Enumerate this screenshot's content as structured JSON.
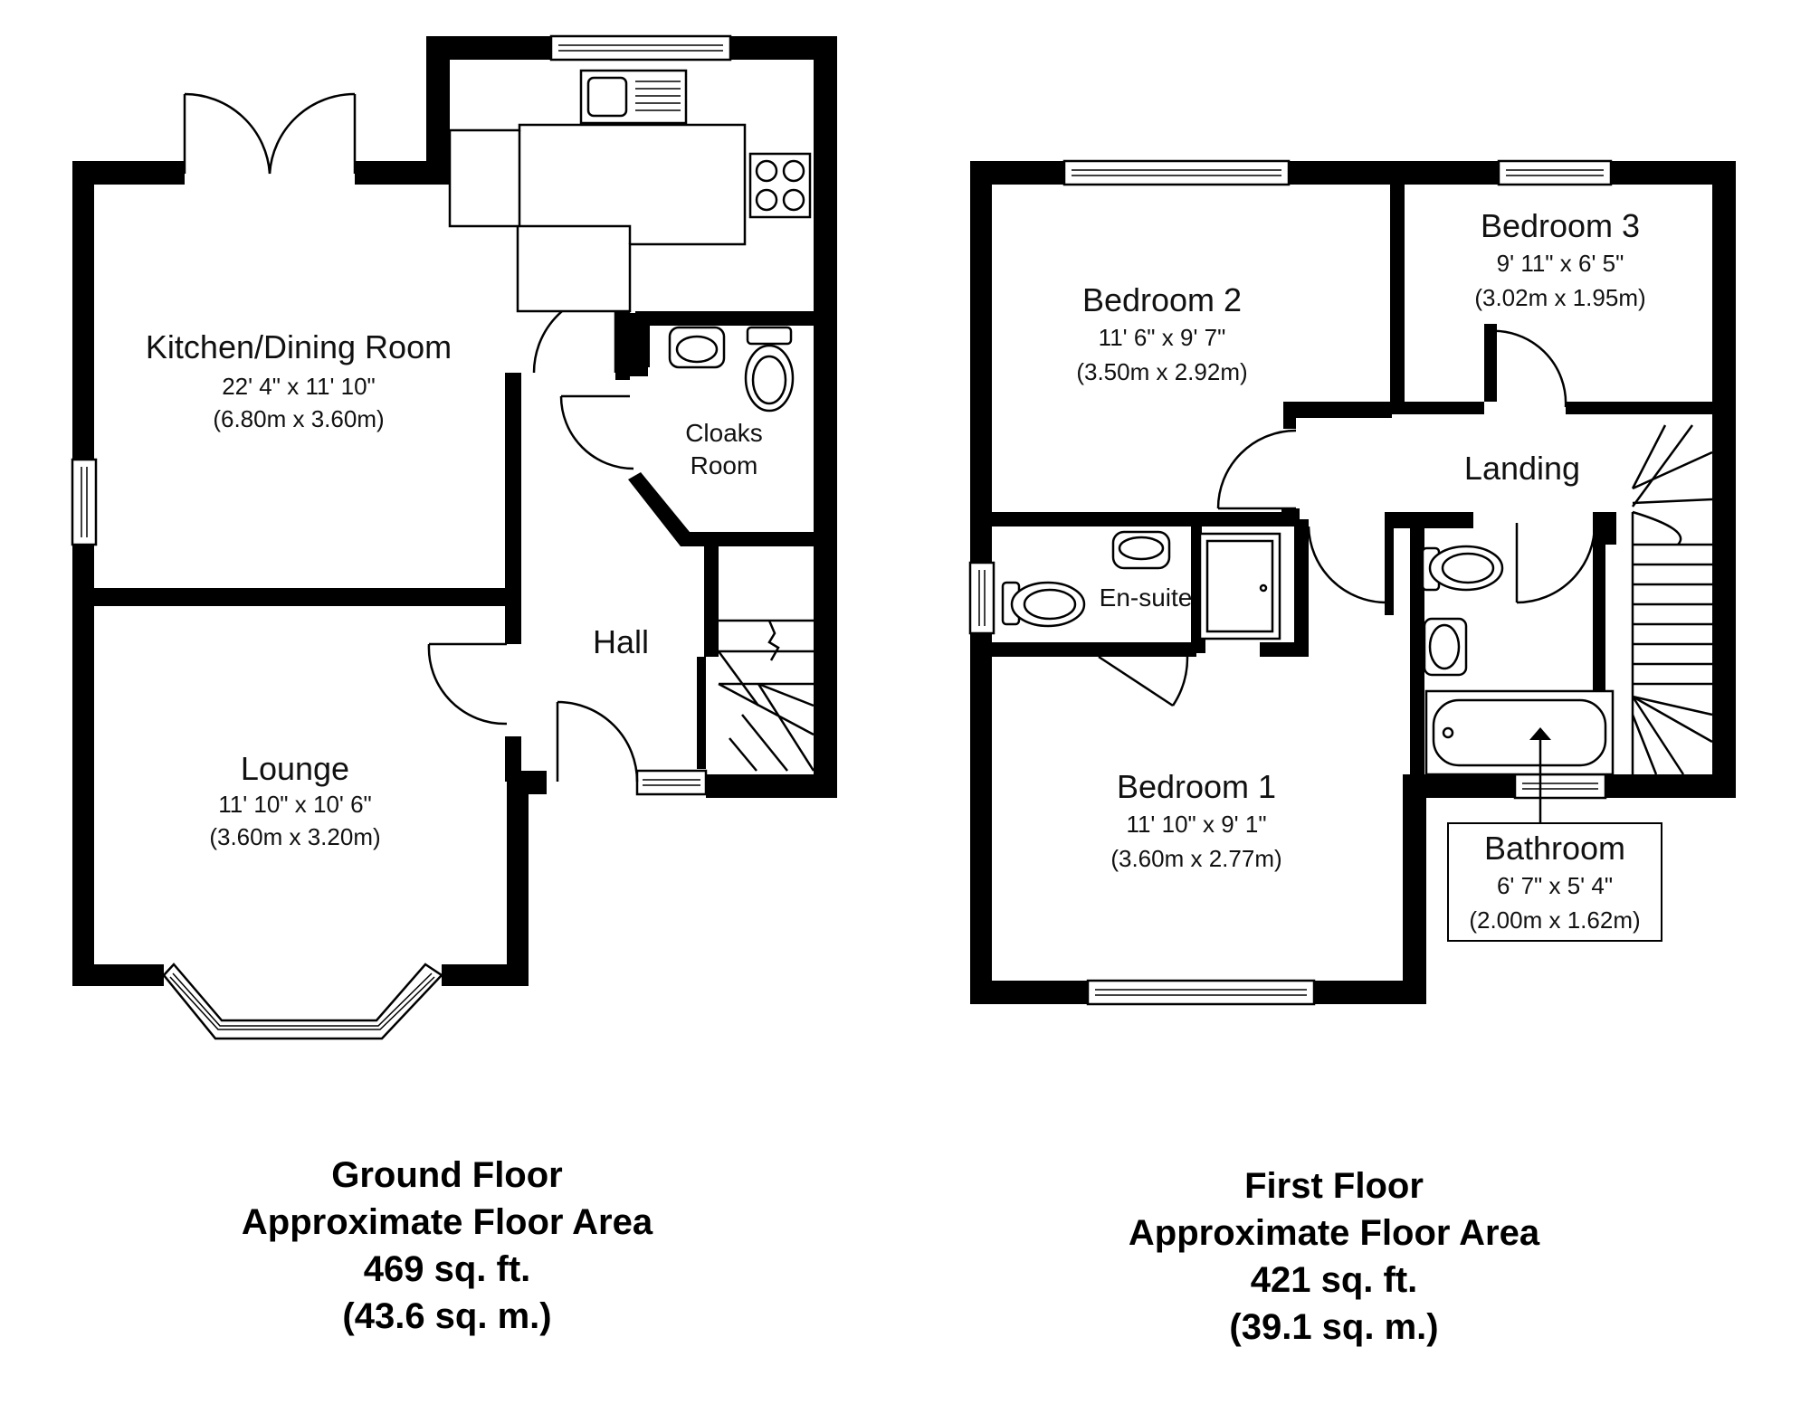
{
  "ground_floor": {
    "rooms": [
      {
        "name": "Kitchen/Dining Room",
        "dim_imperial": "22' 4\" x 11' 10\"",
        "dim_metric": "(6.80m x 3.60m)"
      },
      {
        "name": "Lounge",
        "dim_imperial": "11' 10\" x 10' 6\"",
        "dim_metric": "(3.60m x 3.20m)"
      },
      {
        "name": "Hall"
      },
      {
        "name_line1": "Cloaks",
        "name_line2": "Room"
      }
    ],
    "caption": {
      "line1": "Ground Floor",
      "line2": "Approximate Floor Area",
      "line3": "469 sq. ft.",
      "line4": "(43.6 sq. m.)"
    }
  },
  "first_floor": {
    "rooms": [
      {
        "name": "Bedroom 2",
        "dim_imperial": "11' 6\" x 9' 7\"",
        "dim_metric": "(3.50m x 2.92m)"
      },
      {
        "name": "Bedroom 3",
        "dim_imperial": "9' 11\" x 6' 5\"",
        "dim_metric": "(3.02m x 1.95m)"
      },
      {
        "name": "Landing"
      },
      {
        "name": "En-suite"
      },
      {
        "name": "Bedroom 1",
        "dim_imperial": "11' 10\" x 9' 1\"",
        "dim_metric": "(3.60m x 2.77m)"
      },
      {
        "name": "Bathroom",
        "dim_imperial": "6' 7\" x 5' 4\"",
        "dim_metric": "(2.00m x 1.62m)"
      }
    ],
    "caption": {
      "line1": "First Floor",
      "line2": "Approximate Floor Area",
      "line3": "421 sq. ft.",
      "line4": "(39.1 sq. m.)"
    }
  }
}
